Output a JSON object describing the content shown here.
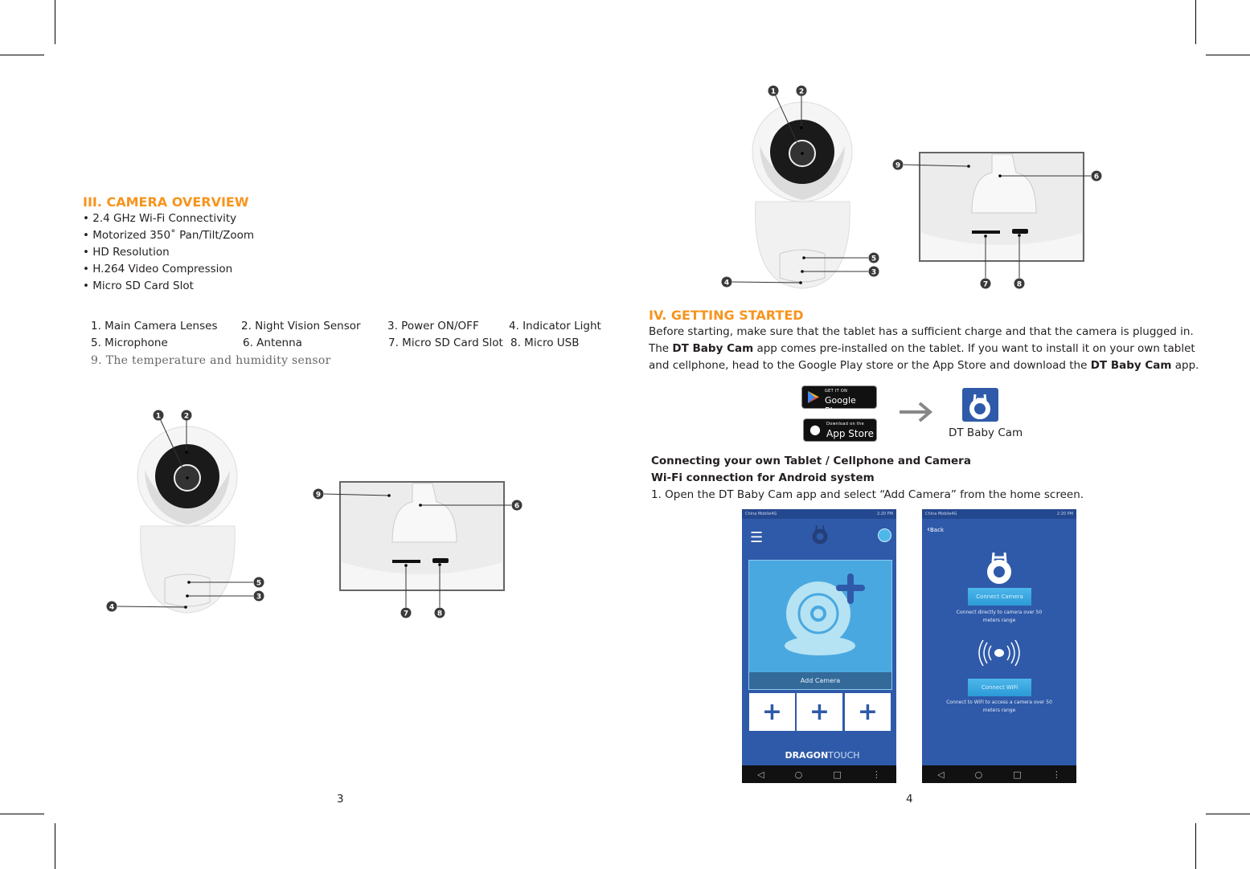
{
  "page_left": {
    "section_title": "III. CAMERA OVERVIEW",
    "features": [
      "• 2.4 GHz Wi-Fi Connectivity",
      "• Motorized 350˚ Pan/Tilt/Zoom",
      "• HD Resolution",
      "• H.264 Video Compression",
      "• Micro SD Card Slot"
    ],
    "parts": [
      "1. Main Camera Lenses",
      "2. Night Vision Sensor",
      "3. Power ON/OFF",
      "4. Indicator Light",
      "5. Microphone",
      "6. Antenna",
      "7. Micro SD Card Slot",
      "8. Micro USB",
      "9. The temperature and humidity sensor"
    ],
    "page_number": "3"
  },
  "callouts": {
    "n1": "1",
    "n2": "2",
    "n3": "3",
    "n4": "4",
    "n5": "5",
    "n6": "6",
    "n7": "7",
    "n8": "8",
    "n9": "9"
  },
  "page_right": {
    "section_title": "IV. GETTING STARTED",
    "intro": {
      "line1": "Before starting, make sure that the tablet has a sufficient charge and that the camera is plugged in.",
      "line2_a": "The ",
      "app_name": "DT Baby Cam",
      "line2_b": " app comes pre-installed on the tablet. If you want to install it on your own tablet",
      "line3_a": "and cellphone, head to the Google Play store or the App Store and download the ",
      "line3_b": " app."
    },
    "google_play": {
      "small": "GET IT ON",
      "large": "Google Play"
    },
    "app_store": {
      "small": "Download on the",
      "large": "App Store"
    },
    "app_icon_label": "DT Baby Cam",
    "connect_heading": "Connecting your own Tablet / Cellphone and Camera",
    "wifi_heading": "Wi-Fi connection for Android system",
    "step1": "1. Open the DT Baby Cam app and select “Add Camera” from the home screen.",
    "page_number": "4"
  },
  "phone1": {
    "carrier": "China Mobile4G",
    "time": "2:20 PM",
    "add_camera": "Add Camera",
    "plus": "+",
    "brand_a": "DRAGON",
    "brand_b": "TOUCH"
  },
  "phone2": {
    "carrier": "China Mobile4G",
    "time": "2:20 PM",
    "back": "Back",
    "connect_camera": "Connect Camera",
    "connect_camera_desc_1": "Connect directly to camera over 50",
    "connect_camera_desc_2": "meters range",
    "connect_wifi": "Connect WiFi",
    "connect_wifi_desc_1": "Connect to WiFi to access a camera over 50",
    "connect_wifi_desc_2": "meters range"
  },
  "colors": {
    "accent": "#f7941d",
    "app_blue": "#2f5aa9"
  }
}
